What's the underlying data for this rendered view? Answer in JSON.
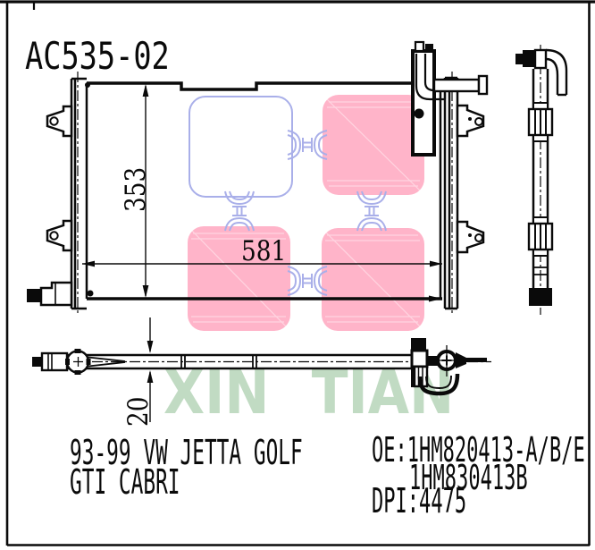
{
  "drawing": {
    "part_number": "AC535-02",
    "dim_height": "353",
    "dim_width": "581",
    "dim_depth": "20",
    "watermark": "XIN TIAN"
  },
  "caption": {
    "application_line1": "93-99 VW JETTA GOLF",
    "application_line2": "GTI CABRI",
    "oe_line1": "OE:1HM820413-A/B/E",
    "oe_line2": "1HM830413B",
    "dpi_line": "DPI:4475"
  },
  "colors": {
    "highlight_pink": "#ffb4c9",
    "outline_lavender": "#a9afe9",
    "watermark_green": "#c1dbc3",
    "line_black": "#0a0a0a"
  }
}
